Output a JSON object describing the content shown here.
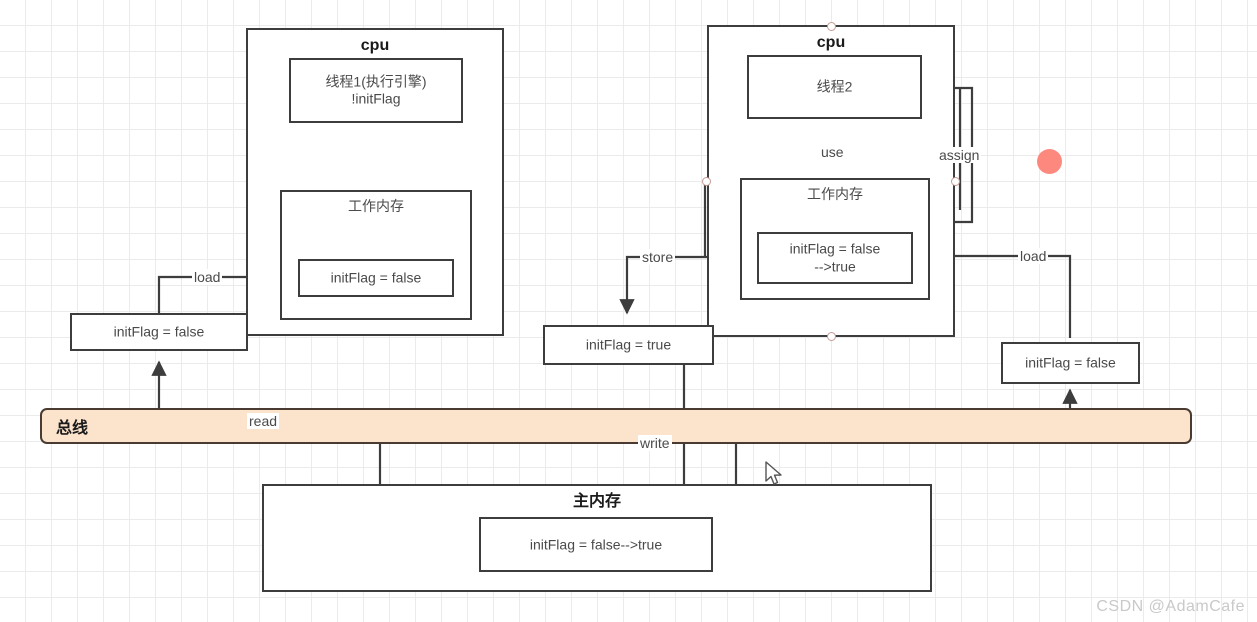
{
  "canvas": {
    "background": "#ffffff",
    "grid_color": "#ebebeb",
    "grid_size": 26,
    "line_color": "#3d3d3d",
    "text_color": "#4a4a4a"
  },
  "watermark": {
    "text": "CSDN @AdamCafe"
  },
  "cpu_left": {
    "title": "cpu",
    "thread": {
      "line1": "线程1(执行引擎)",
      "line2": "!initFlag"
    },
    "working_memory": {
      "title": "工作内存",
      "variable": "initFlag = false"
    }
  },
  "cpu_right": {
    "title": "cpu",
    "thread": {
      "line1": "线程2"
    },
    "working_memory": {
      "title": "工作内存",
      "variable": "initFlag = false\n-->true"
    },
    "selected": true
  },
  "main_memory": {
    "title": "主内存",
    "variable": "initFlag = false-->true"
  },
  "bus": {
    "label": "总线",
    "fill": "#fce3cc",
    "border": "#4a3b32"
  },
  "staging_boxes": {
    "left_false": "initFlag = false",
    "center_true": "initFlag = true",
    "right_false": "initFlag = false"
  },
  "edge_labels": {
    "load_left": "load",
    "read": "read",
    "store": "store",
    "write": "write",
    "use": "use",
    "assign": "assign",
    "load_right": "load"
  },
  "marker": {
    "color": "#fd7e72"
  }
}
